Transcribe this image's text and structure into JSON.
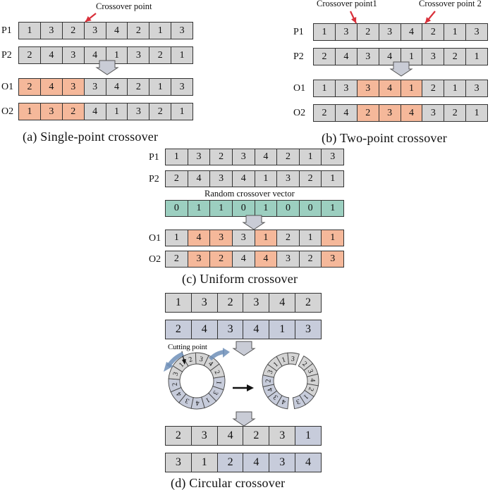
{
  "colors": {
    "gray": "#d4d4d4",
    "salmon": "#f5b89a",
    "teal": "#9ccfc0",
    "blue": "#c7ccdb",
    "arrow_red": "#d9303a"
  },
  "panel_a": {
    "annotation": "Crossover point",
    "caption": "(a)  Single-point  crossover",
    "rows": [
      {
        "label": "P1",
        "values": [
          "1",
          "3",
          "2",
          "3",
          "4",
          "2",
          "1",
          "3"
        ],
        "colors": [
          "gray",
          "gray",
          "gray",
          "gray",
          "gray",
          "gray",
          "gray",
          "gray"
        ]
      },
      {
        "label": "P2",
        "values": [
          "2",
          "4",
          "3",
          "4",
          "1",
          "3",
          "2",
          "1"
        ],
        "colors": [
          "gray",
          "gray",
          "gray",
          "gray",
          "gray",
          "gray",
          "gray",
          "gray"
        ]
      },
      {
        "label": "O1",
        "values": [
          "2",
          "4",
          "3",
          "3",
          "4",
          "2",
          "1",
          "3"
        ],
        "colors": [
          "salmon",
          "salmon",
          "salmon",
          "gray",
          "gray",
          "gray",
          "gray",
          "gray"
        ]
      },
      {
        "label": "O2",
        "values": [
          "1",
          "3",
          "2",
          "4",
          "1",
          "3",
          "2",
          "1"
        ],
        "colors": [
          "salmon",
          "salmon",
          "salmon",
          "gray",
          "gray",
          "gray",
          "gray",
          "gray"
        ]
      }
    ]
  },
  "panel_b": {
    "annotation1": "Crossover point1",
    "annotation2": "Crossover point 2",
    "caption": "(b)  Two-point  crossover",
    "rows": [
      {
        "label": "P1",
        "values": [
          "1",
          "3",
          "2",
          "3",
          "4",
          "2",
          "1",
          "3"
        ],
        "colors": [
          "gray",
          "gray",
          "gray",
          "gray",
          "gray",
          "gray",
          "gray",
          "gray"
        ]
      },
      {
        "label": "P2",
        "values": [
          "2",
          "4",
          "3",
          "4",
          "1",
          "3",
          "2",
          "1"
        ],
        "colors": [
          "gray",
          "gray",
          "gray",
          "gray",
          "gray",
          "gray",
          "gray",
          "gray"
        ]
      },
      {
        "label": "O1",
        "values": [
          "1",
          "3",
          "3",
          "4",
          "1",
          "2",
          "1",
          "3"
        ],
        "colors": [
          "gray",
          "gray",
          "salmon",
          "salmon",
          "salmon",
          "gray",
          "gray",
          "gray"
        ]
      },
      {
        "label": "O2",
        "values": [
          "2",
          "4",
          "2",
          "3",
          "4",
          "3",
          "2",
          "1"
        ],
        "colors": [
          "gray",
          "gray",
          "salmon",
          "salmon",
          "salmon",
          "gray",
          "gray",
          "gray"
        ]
      }
    ]
  },
  "panel_c": {
    "vector_title": "Random crossover vector",
    "caption": "(c) Uniform crossover",
    "rows": [
      {
        "label": "P1",
        "values": [
          "1",
          "3",
          "2",
          "3",
          "4",
          "2",
          "1",
          "3"
        ],
        "colors": [
          "gray",
          "gray",
          "gray",
          "gray",
          "gray",
          "gray",
          "gray",
          "gray"
        ]
      },
      {
        "label": "P2",
        "values": [
          "2",
          "4",
          "3",
          "4",
          "1",
          "3",
          "2",
          "1"
        ],
        "colors": [
          "gray",
          "gray",
          "gray",
          "gray",
          "gray",
          "gray",
          "gray",
          "gray"
        ]
      },
      {
        "label": "",
        "values": [
          "0",
          "1",
          "1",
          "0",
          "1",
          "0",
          "0",
          "1"
        ],
        "colors": [
          "teal",
          "teal",
          "teal",
          "teal",
          "teal",
          "teal",
          "teal",
          "teal"
        ]
      },
      {
        "label": "O1",
        "values": [
          "1",
          "4",
          "3",
          "3",
          "1",
          "2",
          "1",
          "1"
        ],
        "colors": [
          "gray",
          "salmon",
          "salmon",
          "gray",
          "salmon",
          "gray",
          "gray",
          "salmon"
        ]
      },
      {
        "label": "O2",
        "values": [
          "2",
          "3",
          "2",
          "4",
          "4",
          "3",
          "2",
          "3"
        ],
        "colors": [
          "gray",
          "salmon",
          "salmon",
          "gray",
          "salmon",
          "gray",
          "gray",
          "salmon"
        ]
      }
    ]
  },
  "panel_d": {
    "cutting_label": "Cutting point",
    "caption": "(d) Circular crossover",
    "rows": [
      {
        "values": [
          "1",
          "3",
          "2",
          "3",
          "4",
          "2"
        ],
        "colors": [
          "gray",
          "gray",
          "gray",
          "gray",
          "gray",
          "gray"
        ]
      },
      {
        "values": [
          "2",
          "4",
          "3",
          "4",
          "1",
          "3"
        ],
        "colors": [
          "blue",
          "blue",
          "blue",
          "blue",
          "blue",
          "blue"
        ]
      },
      {
        "values": [
          "2",
          "3",
          "4",
          "2",
          "3",
          "1"
        ],
        "colors": [
          "gray",
          "gray",
          "gray",
          "gray",
          "gray",
          "blue"
        ]
      },
      {
        "values": [
          "3",
          "1",
          "2",
          "4",
          "3",
          "4"
        ],
        "colors": [
          "gray",
          "gray",
          "blue",
          "blue",
          "blue",
          "blue"
        ]
      }
    ],
    "ring_outer_before": [
      "2",
      "3",
      "4",
      "2"
    ],
    "ring_inner_before": [
      "3",
      "1",
      "4",
      "3"
    ],
    "ring_left_before": [
      "1",
      "3",
      "2",
      "4"
    ],
    "ring_right_before": [
      "1",
      "3"
    ],
    "ring_after_top": [
      "2",
      "3",
      "4"
    ],
    "ring_after_right": [
      "2",
      "1",
      "3"
    ],
    "ring_after_left": [
      "1",
      "3",
      "2",
      "4",
      "3",
      "4"
    ]
  }
}
